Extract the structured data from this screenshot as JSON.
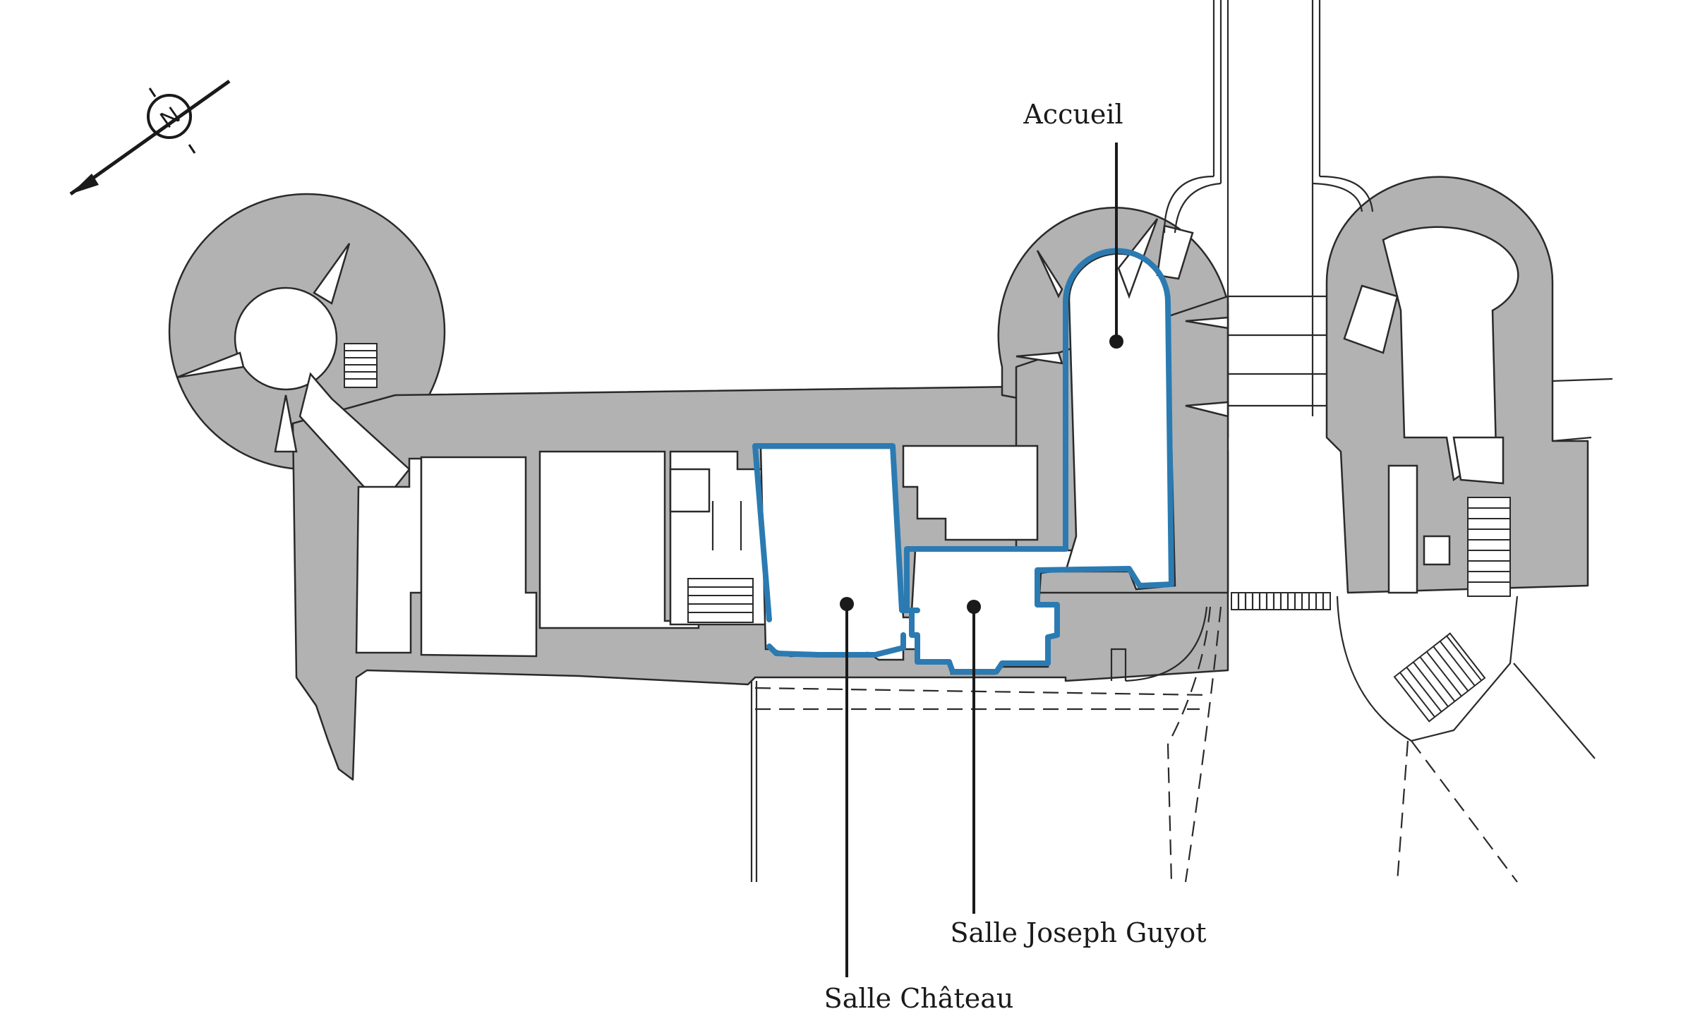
{
  "labels": {
    "accueil": "Accueil",
    "salle_joseph_guyot": "Salle Joseph Guyot",
    "salle_chateau": "Salle Château"
  },
  "compass": {
    "north_letter": "N",
    "icon": "north-arrow-icon"
  },
  "colors": {
    "wall_fill": "#b2b2b2",
    "line": "#2a2a2a",
    "highlight": "#2b7bb2",
    "background": "#ffffff"
  }
}
